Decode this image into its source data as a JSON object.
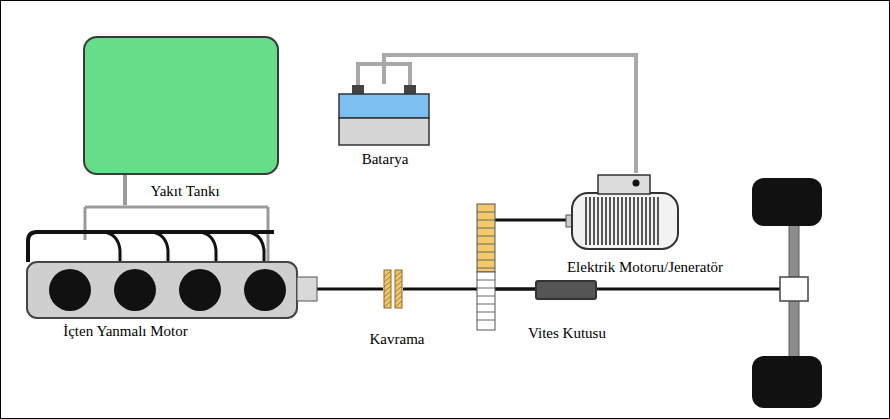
{
  "diagram": {
    "nodes": [
      {
        "text": [
          "Yakıt Tankı"
        ]
      },
      {
        "text": [
          "Batarya"
        ]
      },
      {
        "text": [
          "İçten Yanmalı Motor"
        ]
      },
      {
        "text": [
          "Kavrama"
        ]
      },
      {
        "text": [
          "Elektrik Motoru/Jeneratör"
        ]
      },
      {
        "text": [
          "Vites Kutusu"
        ]
      }
    ],
    "edges": [
      {
        "from": 0,
        "to": 2,
        "arrow": "none"
      },
      {
        "from": 1,
        "to": 4,
        "arrow": "none"
      },
      {
        "from": 2,
        "to": 3,
        "arrow": "none"
      },
      {
        "from": 3,
        "to": 5,
        "arrow": "none"
      },
      {
        "from": 4,
        "to": 5,
        "arrow": "none"
      }
    ]
  }
}
